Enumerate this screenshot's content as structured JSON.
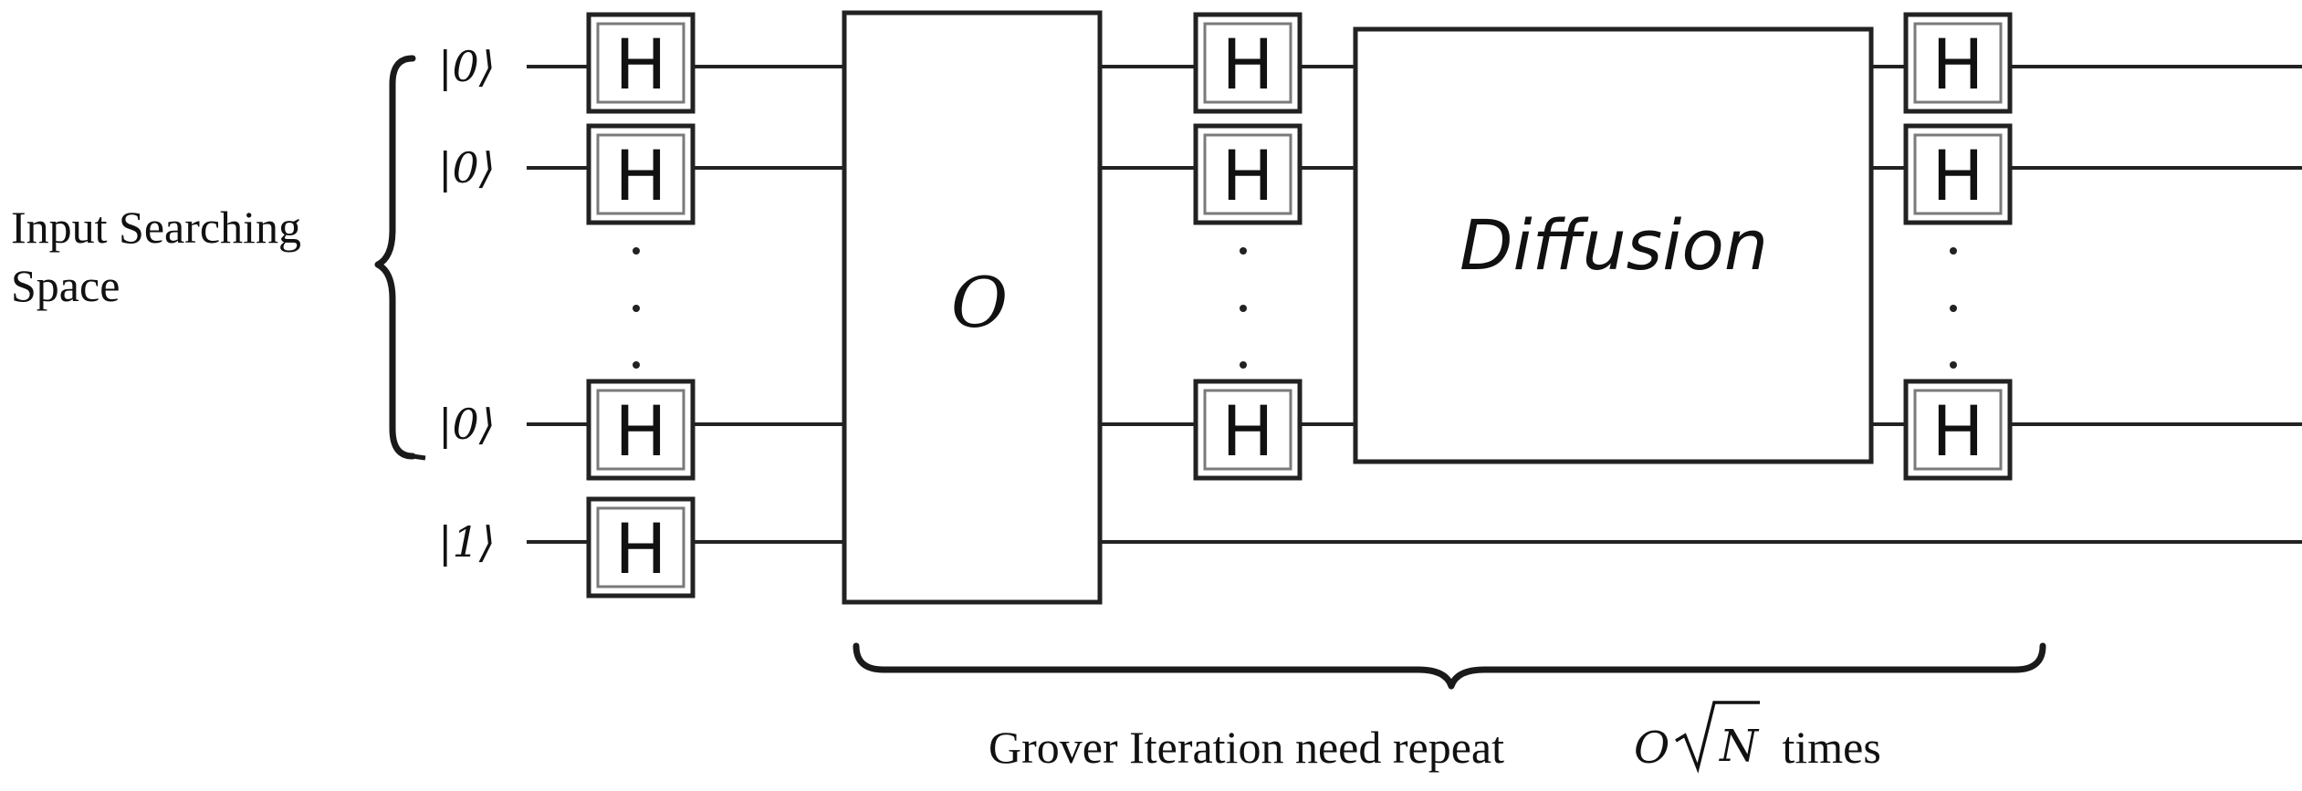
{
  "gate_label": "H",
  "qubits": [
    {
      "ket": "|0⟩"
    },
    {
      "ket": "|0⟩"
    },
    {
      "ket": "|0⟩"
    },
    {
      "ket": "|1⟩"
    }
  ],
  "ellipsis": ".",
  "input_label": {
    "line1": "Input Searching",
    "line2": "Space"
  },
  "oracle": {
    "label": "O"
  },
  "diffusion": {
    "label": "Diffusion"
  },
  "caption": {
    "prefix": "Grover Iteration need repeat ",
    "o_symbol": "O",
    "n_symbol": "N",
    "suffix": " times"
  }
}
